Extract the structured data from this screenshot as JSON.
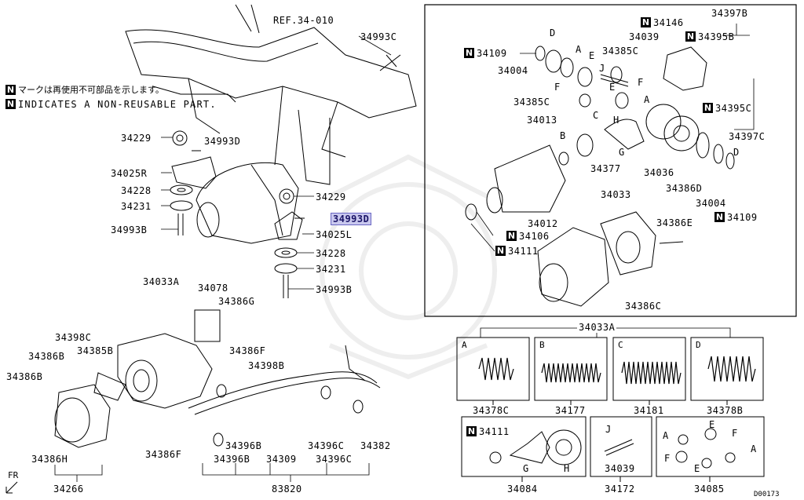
{
  "diagram": {
    "ref": "REF.34-010",
    "doc_id": "D00173",
    "fr": "FR",
    "notes": {
      "jp": "マークは再使用不可部品を示します。",
      "en": "INDICATES A NON-REUSABLE PART."
    },
    "nonreusable_mark": "N",
    "left_labels": {
      "l34993C": "34993C",
      "l34229a": "34229",
      "l34993Da": "34993D",
      "l34025R": "34025R",
      "l34228a": "34228",
      "l34231a": "34231",
      "l34993Ba": "34993B",
      "l34229b": "34229",
      "l34993Dsel": "34993D",
      "l34025L": "34025L",
      "l34228b": "34228",
      "l34231b": "34231",
      "l34993Bb": "34993B",
      "l34033A": "34033A",
      "l34078": "34078",
      "l34386G": "34386G",
      "l34398C": "34398C",
      "l34385B": "34385B",
      "l34386Ba": "34386B",
      "l34386Bb": "34386B",
      "l34386F": "34386F",
      "l34398B": "34398B",
      "l34386Fb": "34386F",
      "l34396Ba": "34396B",
      "l34396Bb": "34396B",
      "l34309": "34309",
      "l34396Ca": "34396C",
      "l34396Cb": "34396C",
      "l34382": "34382",
      "l34386H": "34386H",
      "l34266": "34266",
      "l83820": "83820"
    },
    "right_labels": {
      "r34109a": "34109",
      "rD1": "D",
      "r34146": "34146",
      "r34397B": "34397B",
      "r34039": "34039",
      "r34395B": "34395B",
      "r34004a": "34004",
      "rA1": "A",
      "rE1": "E",
      "r34385Ca": "34385C",
      "rJ": "J",
      "rF1": "F",
      "rF2": "F",
      "r34385Cb": "34385C",
      "rE2": "E",
      "rA2": "A",
      "r34395C": "34395C",
      "r34013": "34013",
      "rC": "C",
      "rH": "H",
      "rB": "B",
      "rG": "G",
      "r34397C": "34397C",
      "r34377": "34377",
      "r34036": "34036",
      "rD2": "D",
      "r34386D": "34386D",
      "r34033": "34033",
      "r34004b": "34004",
      "r34012": "34012",
      "r34109b": "34109",
      "r34386E": "34386E",
      "r34106": "34106",
      "r34111": "34111",
      "r34386C": "34386C",
      "r34033A": "34033A"
    },
    "springs": [
      {
        "letter": "A",
        "part": "34378C"
      },
      {
        "letter": "B",
        "part": "34177"
      },
      {
        "letter": "C",
        "part": "34181"
      },
      {
        "letter": "D",
        "part": "34378B"
      }
    ],
    "kits": {
      "k34111": "34111",
      "kG": "G",
      "kH": "H",
      "k34084": "34084",
      "kJ": "J",
      "k34039": "34039",
      "k34172": "34172",
      "kA1": "A",
      "kE1": "E",
      "kF1": "F",
      "kF2": "F",
      "kE2": "E",
      "kA2": "A",
      "k34085": "34085"
    }
  }
}
